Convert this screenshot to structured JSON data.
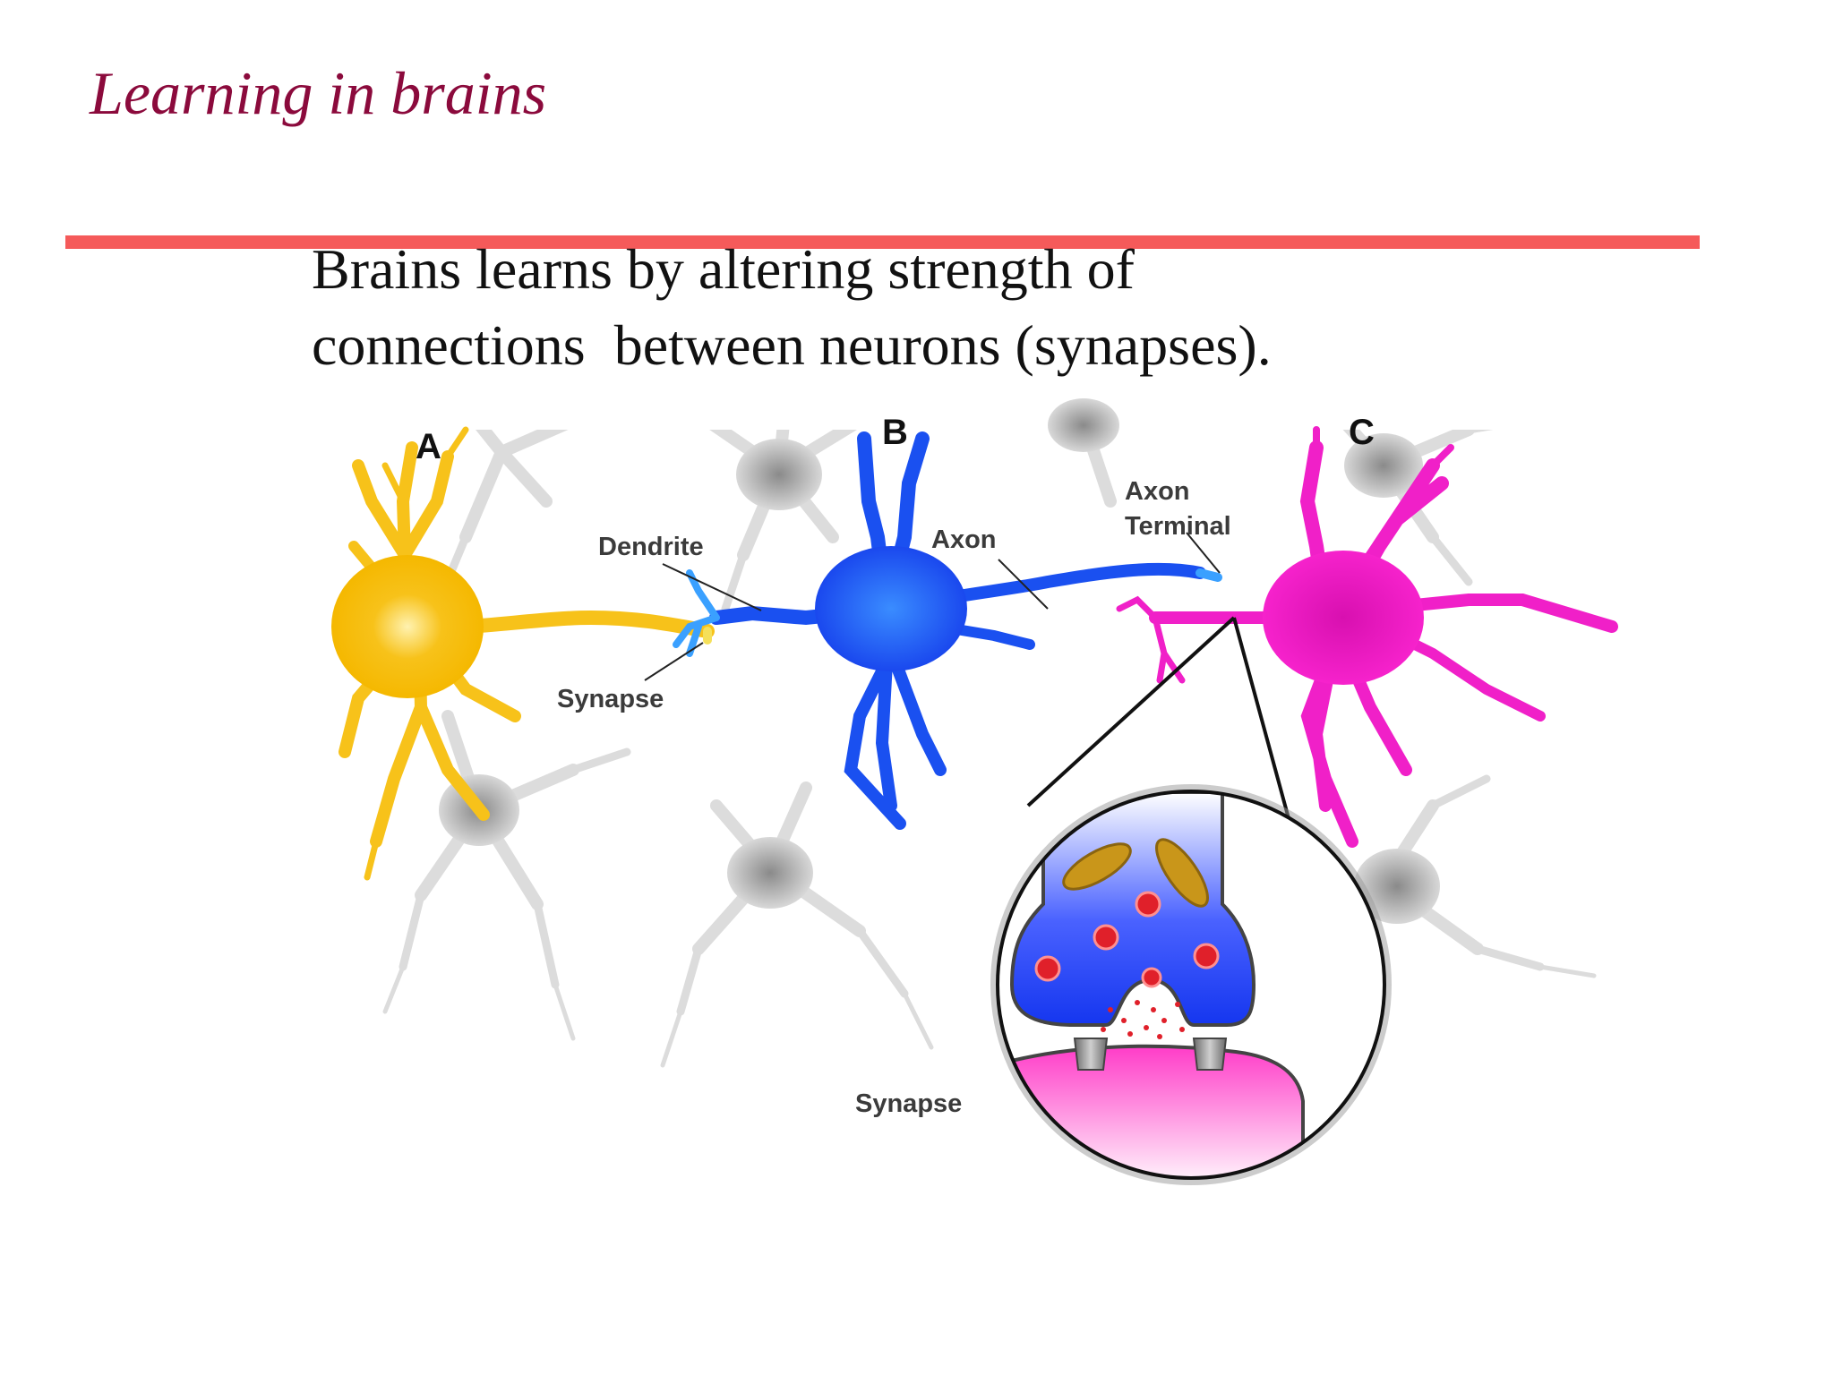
{
  "slide": {
    "title": "Learning in brains",
    "body_lines": [
      "Brains learns by altering strength of",
      "connections  between neurons (synapses)."
    ]
  },
  "diagram": {
    "neuron_labels": [
      "A",
      "B",
      "C"
    ],
    "labels": {
      "dendrite": "Dendrite",
      "axon": "Axon",
      "axon_terminal_line1": "Axon",
      "axon_terminal_line2": "Terminal",
      "synapse_top": "Synapse",
      "synapse_bottom": "Synapse"
    },
    "colors": {
      "title": "#8b0a3c",
      "rule": "#f55a5a",
      "neuron_a": "#f5c21b",
      "neuron_b": "#1a55f0",
      "neuron_c": "#f018c8",
      "background_neurons": "#d9d9d9",
      "vesicles": "#e0202a",
      "mitochondria": "#c9961a"
    }
  }
}
